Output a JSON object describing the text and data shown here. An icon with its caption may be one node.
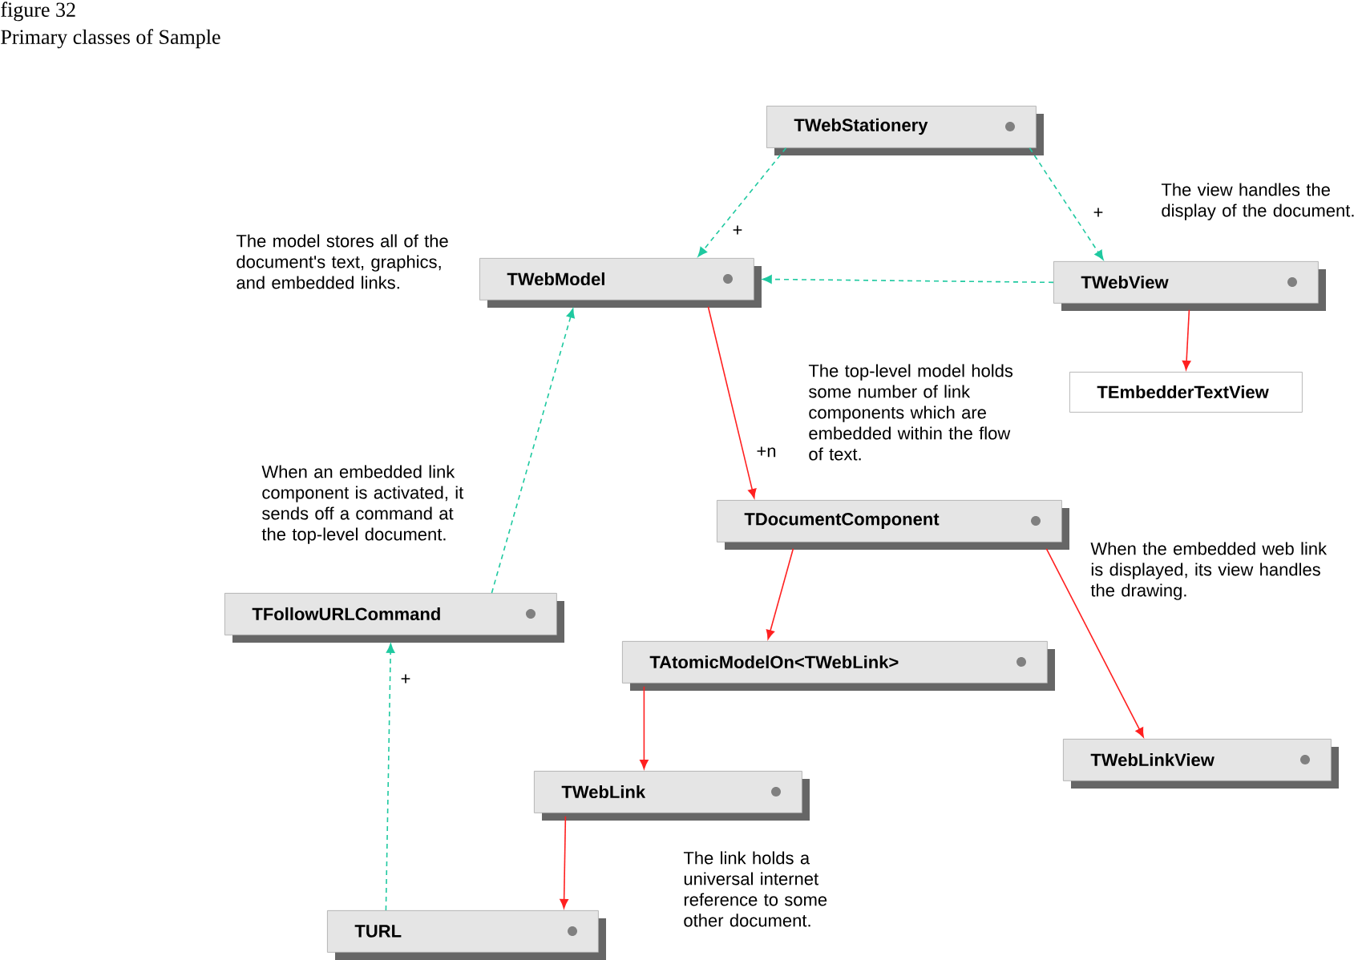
{
  "diagram": {
    "title": "figure 32",
    "caption": "Primary classes of Sample",
    "nodes": [
      {
        "text": [
          "TWebStationery"
        ]
      },
      {
        "text": [
          "TWebModel"
        ]
      },
      {
        "text": [
          "TWebView"
        ]
      },
      {
        "text": [
          "TEmbedderTextView"
        ]
      },
      {
        "text": [
          "TDocumentComponent"
        ]
      },
      {
        "text": [
          "TFollowURLCommand"
        ]
      },
      {
        "text": [
          "TAtomicModelOn<TWebLink>"
        ]
      },
      {
        "text": [
          "TWebLink"
        ]
      },
      {
        "text": [
          "TWebLinkView"
        ]
      },
      {
        "text": [
          "TURL"
        ]
      }
    ],
    "edges": [
      {
        "from": 0,
        "to": 1,
        "arrow": "to",
        "label": "+",
        "style": "dashed",
        "color": "#1fc9a0"
      },
      {
        "from": 0,
        "to": 2,
        "arrow": "to",
        "label": "+",
        "style": "dashed",
        "color": "#1fc9a0"
      },
      {
        "from": 2,
        "to": 1,
        "arrow": "to",
        "style": "dashed",
        "color": "#1fc9a0"
      },
      {
        "from": 5,
        "to": 1,
        "arrow": "to",
        "style": "dashed",
        "color": "#1fc9a0"
      },
      {
        "from": 9,
        "to": 5,
        "arrow": "to",
        "label": "+",
        "style": "dashed",
        "color": "#1fc9a0"
      },
      {
        "from": 1,
        "to": 4,
        "arrow": "to",
        "label": "+n"
      },
      {
        "from": 2,
        "to": 3,
        "arrow": "to"
      },
      {
        "from": 4,
        "to": 6,
        "arrow": "to"
      },
      {
        "from": 4,
        "to": 8,
        "arrow": "to"
      },
      {
        "from": 6,
        "to": 7,
        "arrow": "to"
      },
      {
        "from": 7,
        "to": 9,
        "arrow": "to"
      }
    ],
    "labels": [
      "The view handles the display of the document.",
      "The model stores all of the document's text, graphics, and embedded links.",
      "The top-level model holds some number of link components which are embedded within the flow of text.",
      "When an embedded link component is activated, it sends off a command at the top-level document.",
      "When the embedded web link is displayed, its view handles the drawing.",
      "The link holds a universal internet reference to some other document."
    ]
  }
}
